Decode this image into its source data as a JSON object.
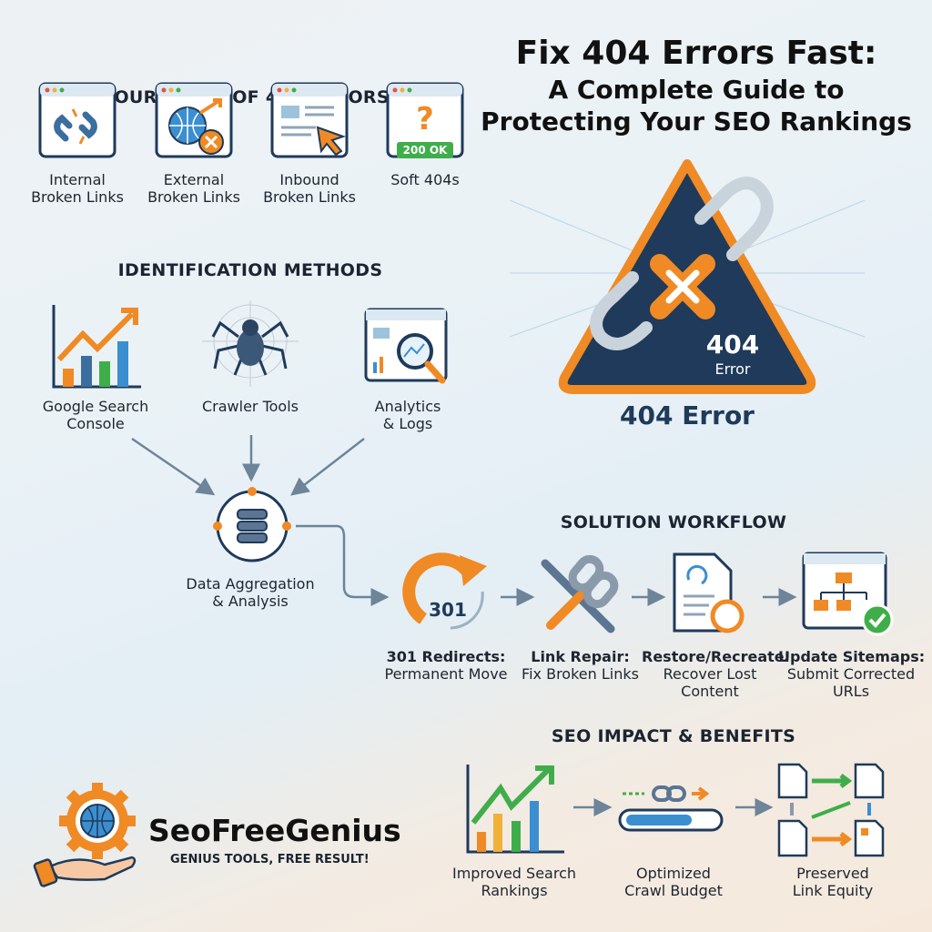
{
  "title": {
    "line1": "Fix 404 Errors Fast:",
    "line2": "A Complete Guide to",
    "line3": "Protecting Your SEO Rankings"
  },
  "hero": {
    "badge_number": "404",
    "badge_sub": "Error",
    "caption": "404 Error"
  },
  "types": {
    "heading": "FOUR TYPES OF 404 ERRORS",
    "items": [
      {
        "line1": "Internal",
        "line2": "Broken Links",
        "icon": "broken-link-icon"
      },
      {
        "line1": "External",
        "line2": "Broken Links",
        "icon": "globe-error-icon"
      },
      {
        "line1": "Inbound",
        "line2": "Broken Links",
        "icon": "inbound-cursor-icon"
      },
      {
        "line1": "Soft 404s",
        "line2": "",
        "icon": "question-icon",
        "badge": "200 OK"
      }
    ]
  },
  "identification": {
    "heading": "IDENTIFICATION METHODS",
    "items": [
      {
        "line1": "Google Search",
        "line2": "Console",
        "icon": "chart-icon"
      },
      {
        "line1": "Crawler Tools",
        "line2": "",
        "icon": "spider-icon"
      },
      {
        "line1": "Analytics",
        "line2": "& Logs",
        "icon": "magnifier-icon"
      }
    ],
    "hub": {
      "line1": "Data Aggregation",
      "line2": "& Analysis",
      "icon": "database-icon"
    }
  },
  "workflow": {
    "heading": "SOLUTION WORKFLOW",
    "steps": [
      {
        "title": "301 Redirects:",
        "desc1": "Permanent Move",
        "desc2": "",
        "icon_text": "301"
      },
      {
        "title": "Link Repair:",
        "desc1": "Fix Broken Links",
        "desc2": ""
      },
      {
        "title": "Restore/Recreate:",
        "desc1": "Recover Lost",
        "desc2": "Content"
      },
      {
        "title": "Update Sitemaps:",
        "desc1": "Submit Corrected",
        "desc2": "URLs"
      }
    ]
  },
  "impact": {
    "heading": "SEO IMPACT & BENEFITS",
    "items": [
      {
        "line1": "Improved Search",
        "line2": "Rankings"
      },
      {
        "line1": "Optimized",
        "line2": "Crawl Budget"
      },
      {
        "line1": "Preserved",
        "line2": "Link Equity"
      }
    ]
  },
  "brand": {
    "name": "SeoFreeGenius",
    "tagline": "GENIUS TOOLS, FREE RESULT!"
  },
  "colors": {
    "orange": "#f08a24",
    "blue": "#3b8fd0",
    "navy": "#1f3a5a",
    "green": "#3fae4a"
  }
}
